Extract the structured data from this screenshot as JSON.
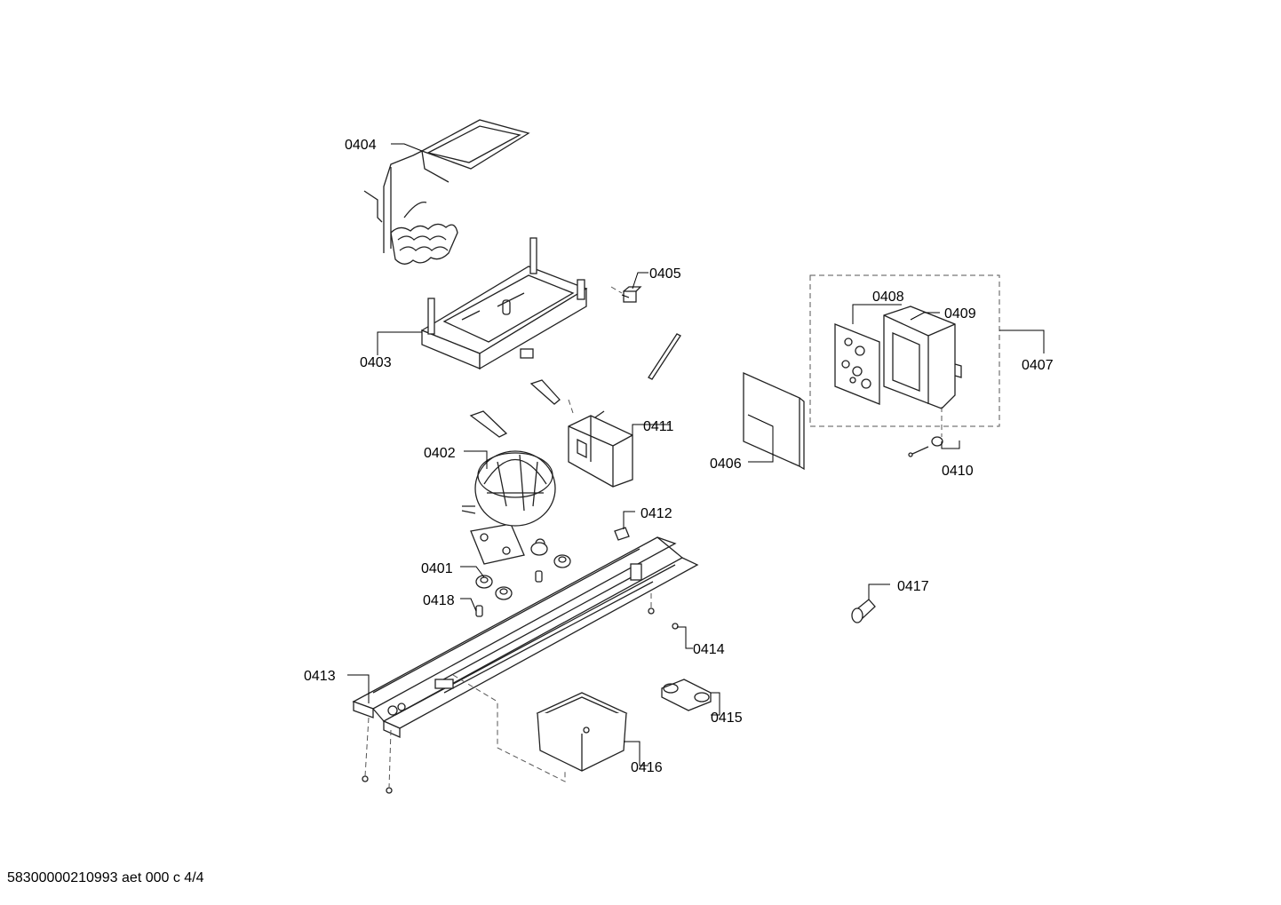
{
  "labels": {
    "p0401": "0401",
    "p0402": "0402",
    "p0403": "0403",
    "p0404": "0404",
    "p0405": "0405",
    "p0406": "0406",
    "p0407": "0407",
    "p0408": "0408",
    "p0409": "0409",
    "p0410": "0410",
    "p0411": "0411",
    "p0412": "0412",
    "p0413": "0413",
    "p0414": "0414",
    "p0415": "0415",
    "p0416": "0416",
    "p0417": "0417",
    "p0418": "0418"
  },
  "footer": "58300000210993 aet 000 c 4/4"
}
